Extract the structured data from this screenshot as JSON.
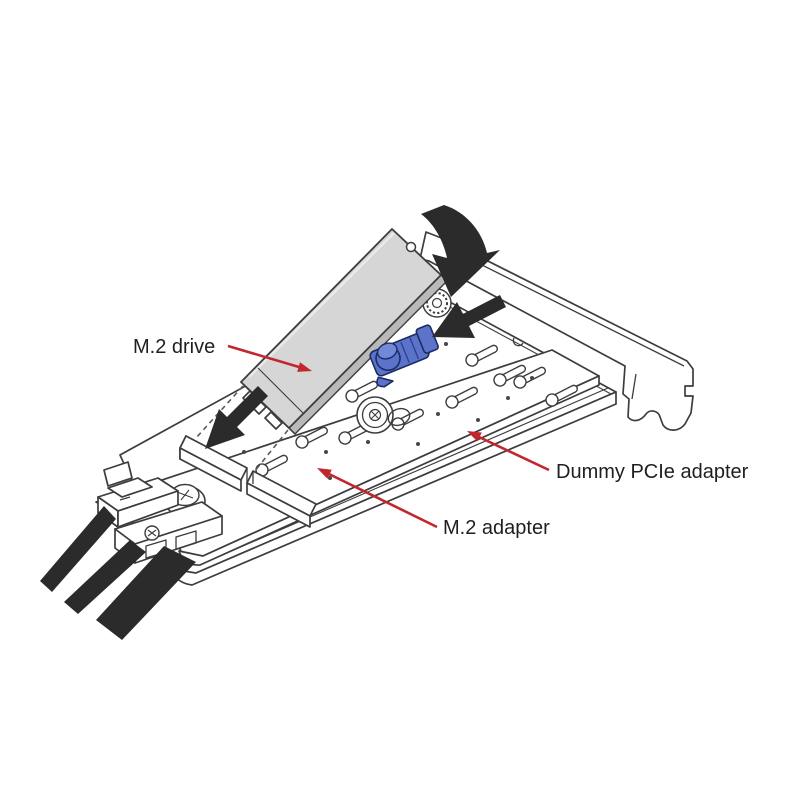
{
  "diagram": {
    "description": "Installing an M.2 drive into an M.2 adapter on a dummy PCIe adapter",
    "labels": {
      "m2_drive": "M.2 drive",
      "m2_adapter": "M.2 adapter",
      "dummy_pcie_adapter": "Dummy PCIe adapter"
    },
    "colors": {
      "background": "#ffffff",
      "outline": "#3d3d3d",
      "drive_fill": "#d6d6d6",
      "drive_side": "#b9b9b9",
      "clip_blue": "#5b74c9",
      "clip_blue_light": "#7289d6",
      "clip_blue_dark": "#1d2a66",
      "arrow_black": "#2b2b2b",
      "label_arrow_red": "#c1272d",
      "label_text": "#1f1f1f"
    }
  }
}
